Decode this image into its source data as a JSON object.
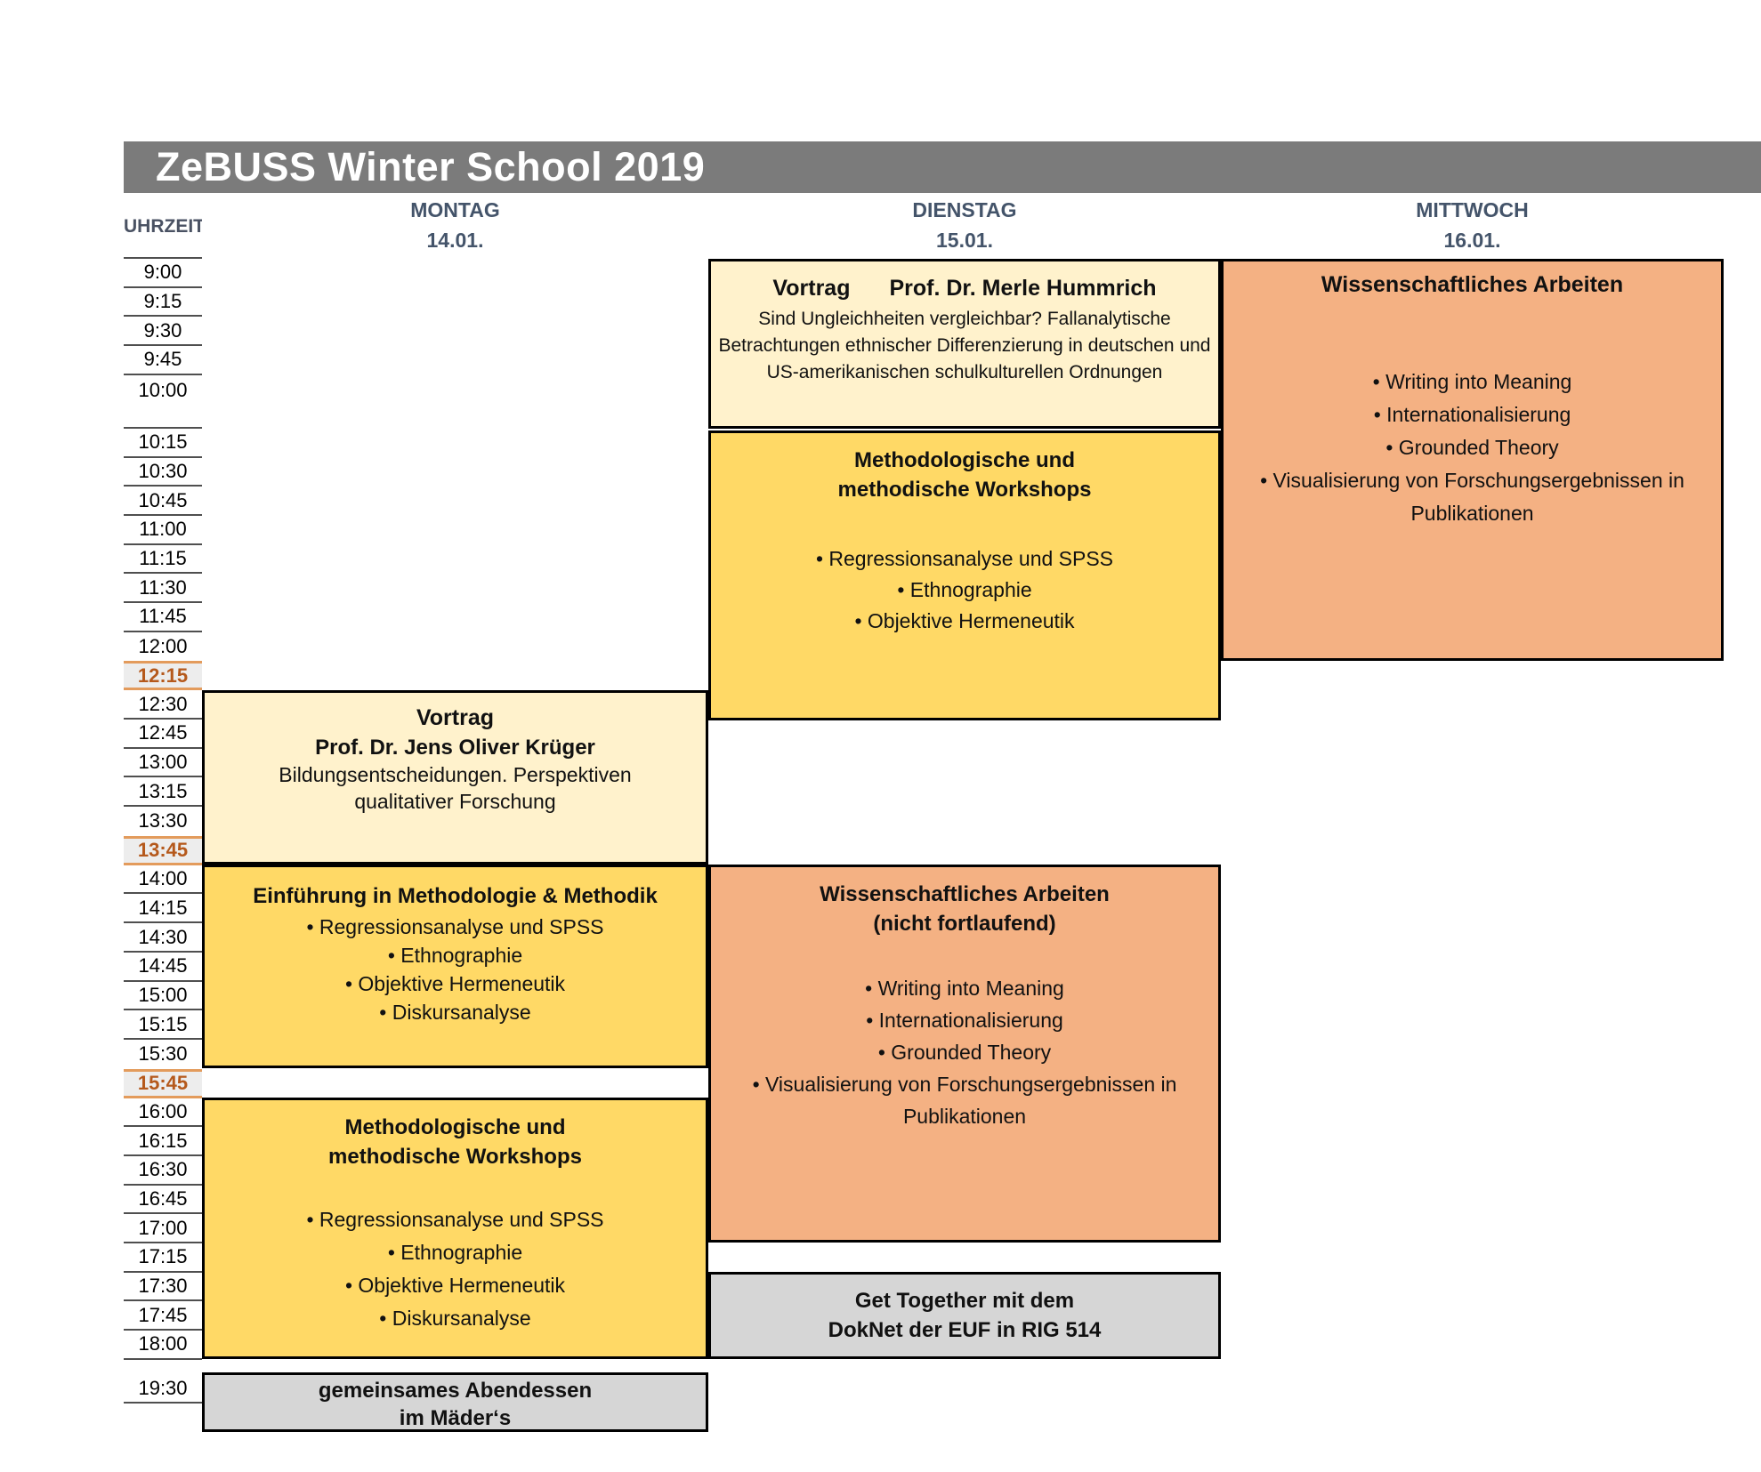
{
  "title": "ZeBUSS Winter School 2019",
  "time_header": "UHRZEIT",
  "days": [
    {
      "name": "MONTAG",
      "date": "14.01."
    },
    {
      "name": "DIENSTAG",
      "date": "15.01."
    },
    {
      "name": "MITTWOCH",
      "date": "16.01."
    }
  ],
  "timeline": {
    "slots": [
      {
        "label": "9:00"
      },
      {
        "label": "9:15"
      },
      {
        "label": "9:30"
      },
      {
        "label": "9:45"
      },
      {
        "label": "10:00",
        "tall": true
      },
      {
        "label": "10:15"
      },
      {
        "label": "10:30"
      },
      {
        "label": "10:45"
      },
      {
        "label": "11:00"
      },
      {
        "label": "11:15"
      },
      {
        "label": "11:30"
      },
      {
        "label": "11:45"
      },
      {
        "label": "12:00"
      },
      {
        "label": "12:15",
        "highlight": true
      },
      {
        "label": "12:30"
      },
      {
        "label": "12:45"
      },
      {
        "label": "13:00"
      },
      {
        "label": "13:15"
      },
      {
        "label": "13:30"
      },
      {
        "label": "13:45",
        "highlight": true
      },
      {
        "label": "14:00"
      },
      {
        "label": "14:15"
      },
      {
        "label": "14:30"
      },
      {
        "label": "14:45"
      },
      {
        "label": "15:00"
      },
      {
        "label": "15:15"
      },
      {
        "label": "15:30"
      },
      {
        "label": "15:45",
        "highlight": true
      },
      {
        "label": "16:00"
      },
      {
        "label": "16:15"
      },
      {
        "label": "16:30"
      },
      {
        "label": "16:45"
      },
      {
        "label": "17:00"
      },
      {
        "label": "17:15"
      },
      {
        "label": "17:30"
      },
      {
        "label": "17:45"
      },
      {
        "label": "18:00"
      },
      {
        "label": "19:30",
        "gap_before": true
      }
    ]
  },
  "events": {
    "di_lecture": {
      "title_left": "Vortrag",
      "title_right": "Prof. Dr. Merle Hummrich",
      "body": "Sind Ungleichheiten vergleichbar? Fallanalytische Betrachtungen ethnischer Differenzierung in deutschen und US-amerikanischen schulkulturellen Ordnungen"
    },
    "mi_morning": {
      "title": "Wissenschaftliches Arbeiten",
      "items": [
        "• Writing into Meaning",
        "• Internationalisierung",
        "• Grounded Theory",
        "• Visualisierung von Forschungsergebnissen in Publikationen"
      ]
    },
    "di_workshops": {
      "title": "Methodologische und methodische Workshops",
      "items": [
        "• Regressionsanalyse und SPSS",
        "• Ethnographie",
        "• Objektive Hermeneutik"
      ]
    },
    "mo_lecture": {
      "title": "Vortrag",
      "speaker": "Prof. Dr. Jens Oliver Krüger",
      "body": "Bildungsentscheidungen. Perspektiven qualitativer Forschung"
    },
    "mo_intro": {
      "title": "Einführung in Methodologie & Methodik",
      "items": [
        "• Regressionsanalyse und SPSS",
        "• Ethnographie",
        "• Objektive Hermeneutik",
        "• Diskursanalyse"
      ]
    },
    "di_afternoon": {
      "title": "Wissenschaftliches Arbeiten",
      "subtitle": "(nicht fortlaufend)",
      "items": [
        "• Writing into Meaning",
        "• Internationalisierung",
        "• Grounded Theory",
        "• Visualisierung von Forschungsergebnissen in Publikationen"
      ]
    },
    "mo_workshops": {
      "title": "Methodologische und methodische Workshops",
      "items": [
        "• Regressionsanalyse und SPSS",
        "• Ethnographie",
        "• Objektive Hermeneutik",
        "• Diskursanalyse"
      ]
    },
    "di_gettogether": {
      "line1": "Get Together mit dem",
      "line2": "DokNet der EUF in RIG 514"
    },
    "mo_dinner": {
      "line1": "gemeinsames Abendessen",
      "line2": "im Mäder‘s"
    }
  },
  "colors": {
    "title_bar": "#7B7B7B",
    "header_text": "#44546A",
    "cell_cream": "#FFF2CC",
    "cell_yellow": "#FFD966",
    "cell_orange": "#F4B183",
    "cell_gray": "#D6D6D6",
    "grid_line": "#4F4F4F",
    "highlight_text": "#B5591C",
    "highlight_border": "#E39B5C",
    "highlight_bg": "#EDEDED"
  }
}
